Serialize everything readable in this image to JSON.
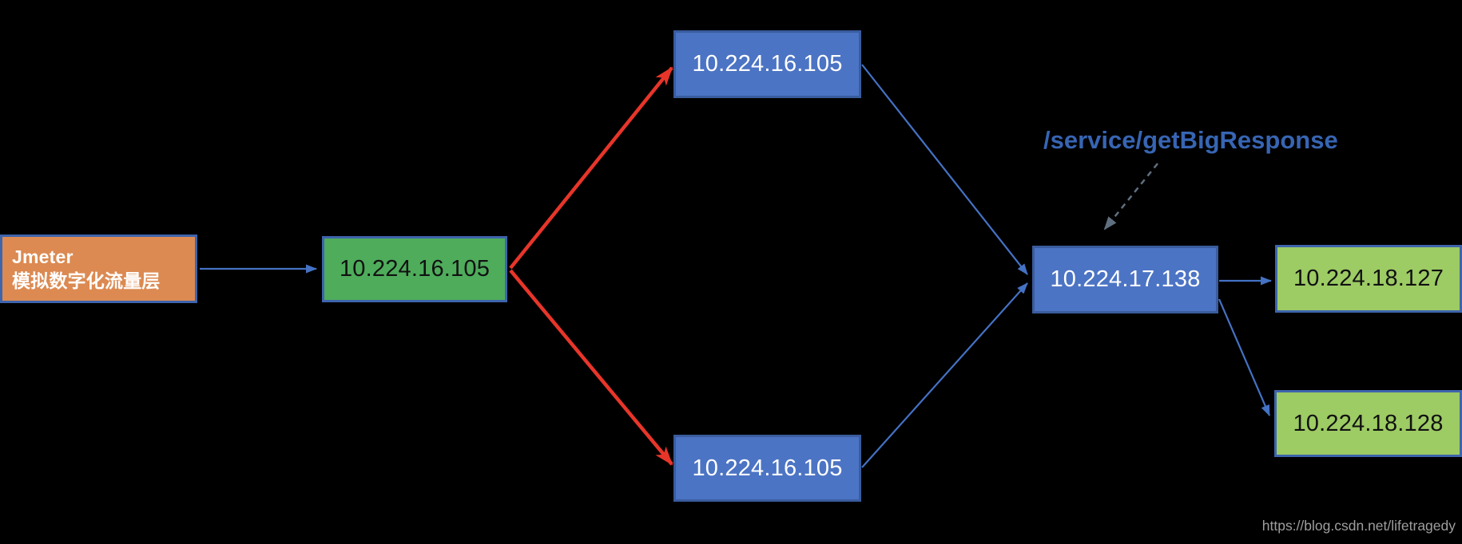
{
  "diagram": {
    "jmeter_box": {
      "title": "Jmeter",
      "subtitle": "模拟数字化流量层"
    },
    "entry_node": {
      "label": "10.224.16.105"
    },
    "upstream_top": {
      "label": "10.224.16.105"
    },
    "upstream_bottom": {
      "label": "10.224.16.105"
    },
    "gateway_node": {
      "label": "10.224.17.138"
    },
    "backend_top": {
      "label": "10.224.18.127"
    },
    "backend_bottom": {
      "label": "10.224.18.128"
    },
    "service_label": "/service/getBigResponse",
    "watermark": "https://blog.csdn.net/lifetragedy",
    "colors": {
      "background": "#000000",
      "orange_box": "#DC8A52",
      "green_box": "#4EAC5B",
      "blue_box": "#4C74C4",
      "light_green_box": "#9DCB64",
      "box_border": "#3E64AC",
      "arrow_blue": "#4472C4",
      "arrow_red": "#E8352A",
      "arrow_dashed_gray": "#5F6F80",
      "service_label_text": "#3765B3",
      "watermark_text": "#9E9E9E"
    }
  }
}
